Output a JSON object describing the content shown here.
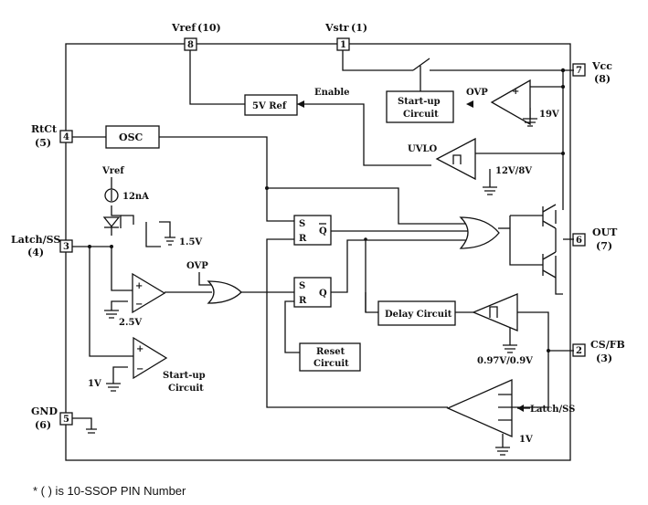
{
  "pins": {
    "vref": {
      "label": "Vref",
      "sub": "(10)",
      "num": "8"
    },
    "vstr": {
      "label": "Vstr",
      "sub": "(1)",
      "num": "1"
    },
    "vcc": {
      "label": "Vcc",
      "sub": "(8)",
      "num": "7"
    },
    "rtct": {
      "label": "RtCt",
      "sub": "(5)",
      "num": "4"
    },
    "latch": {
      "label": "Latch/SS",
      "sub": "(4)",
      "num": "3"
    },
    "gnd": {
      "label": "GND",
      "sub": "(6)",
      "num": "5"
    },
    "out": {
      "label": "OUT",
      "sub": "(7)",
      "num": "6"
    },
    "csfb": {
      "label": "CS/FB",
      "sub": "(3)",
      "num": "2"
    }
  },
  "blocks": {
    "ref5v": "5V Ref",
    "osc": "OSC",
    "startup_top_1": "Start-up",
    "startup_top_2": "Circuit",
    "delay": "Delay Circuit",
    "reset_1": "Reset",
    "reset_2": "Circuit",
    "sr1_s": "S",
    "sr1_r": "R",
    "sr1_q": "Q",
    "sr2_s": "S",
    "sr2_r": "R",
    "sr2_q": "Q"
  },
  "labels": {
    "enable": "Enable",
    "ovp_top": "OVP",
    "v19": "19V",
    "uvlo": "UVLO",
    "v12_8": "12V/8V",
    "vref_src": "Vref",
    "i12na": "12nA",
    "v15": "1.5V",
    "ovp_left": "OVP",
    "v25": "2.5V",
    "v1_left": "1V",
    "startup_bot_1": "Start-up",
    "startup_bot_2": "Circuit",
    "v097": "0.97V/0.9V",
    "latchss_in": "Latch/SS",
    "v1_right": "1V"
  },
  "footnote": "* ( ) is 10-SSOP PIN Number"
}
